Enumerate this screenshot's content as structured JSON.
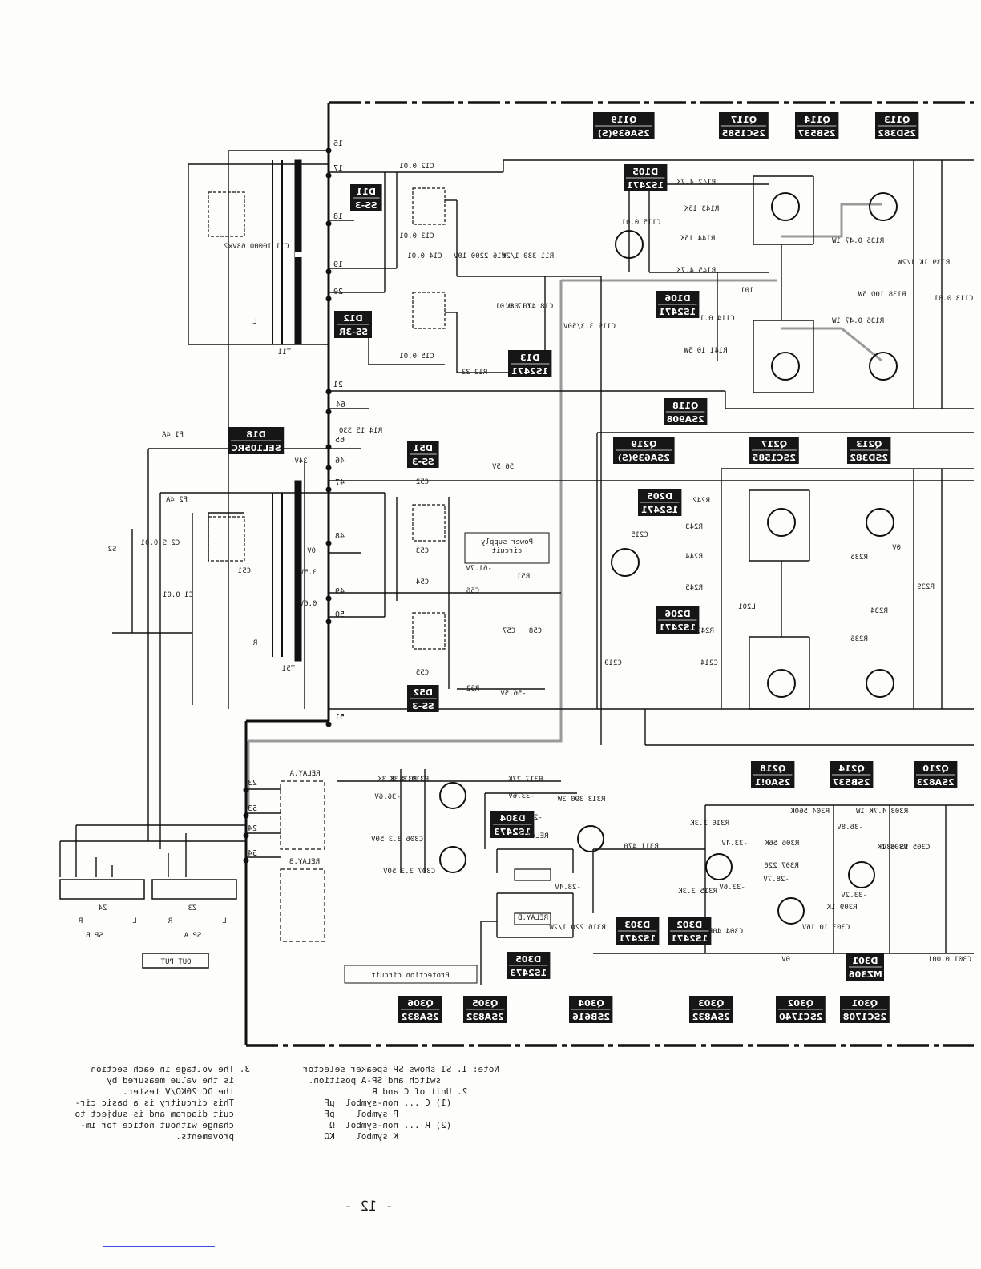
{
  "transistor_labels": [
    {
      "id": "q119",
      "ref": "Q119",
      "part": "2SA639(S)"
    },
    {
      "id": "q117",
      "ref": "Q117",
      "part": "2SC1585"
    },
    {
      "id": "q114",
      "ref": "Q114",
      "part": "2SB537"
    },
    {
      "id": "q113",
      "ref": "Q113",
      "part": "2SD382"
    },
    {
      "id": "q118",
      "ref": "Q118",
      "part": "2SA908"
    },
    {
      "id": "q219",
      "ref": "Q219",
      "part": "2SA639(S)"
    },
    {
      "id": "q217",
      "ref": "Q217",
      "part": "2SC1585"
    },
    {
      "id": "q213",
      "ref": "Q213",
      "part": "2SD382"
    },
    {
      "id": "q218",
      "ref": "Q218",
      "part": "2SA0!1"
    },
    {
      "id": "q214",
      "ref": "Q214",
      "part": "2SB537"
    },
    {
      "id": "q210",
      "ref": "Q210",
      "part": "2SA823"
    },
    {
      "id": "q306",
      "ref": "Q306",
      "part": "2SA832"
    },
    {
      "id": "q305",
      "ref": "Q305",
      "part": "2SA832"
    },
    {
      "id": "q304",
      "ref": "Q304",
      "part": "2SB616"
    },
    {
      "id": "q303",
      "ref": "Q303",
      "part": "2SA832"
    },
    {
      "id": "q302",
      "ref": "Q302",
      "part": "2SC1740"
    },
    {
      "id": "q301",
      "ref": "Q301",
      "part": "2SC1708"
    }
  ],
  "diode_labels": [
    {
      "id": "d11",
      "ref": "D11",
      "part": "SS-3"
    },
    {
      "id": "d12",
      "ref": "D12",
      "part": "SS-3R"
    },
    {
      "id": "d13",
      "ref": "D13",
      "part": "1S2471"
    },
    {
      "id": "d105",
      "ref": "D105",
      "part": "1S2471"
    },
    {
      "id": "d106",
      "ref": "D106",
      "part": "1S2471"
    },
    {
      "id": "d18",
      "ref": "D18",
      "part": "SEL105RC"
    },
    {
      "id": "d51",
      "ref": "D51",
      "part": "SS-3"
    },
    {
      "id": "d52",
      "ref": "D52",
      "part": "SS-3"
    },
    {
      "id": "d205",
      "ref": "D205",
      "part": "1S2471"
    },
    {
      "id": "d206",
      "ref": "D206",
      "part": "1S2471"
    },
    {
      "id": "d304",
      "ref": "D304",
      "part": "1S2473"
    },
    {
      "id": "d303",
      "ref": "D303",
      "part": "1S2471"
    },
    {
      "id": "d302",
      "ref": "D302",
      "part": "1S2471"
    },
    {
      "id": "d305",
      "ref": "D305",
      "part": "1S2473"
    },
    {
      "id": "d301",
      "ref": "D301",
      "part": "MZ306"
    }
  ],
  "component_labels": [
    {
      "id": "c12",
      "text": "C12 0.01"
    },
    {
      "id": "c13",
      "text": "C13 0.01"
    },
    {
      "id": "c14",
      "text": "C14 0.01"
    },
    {
      "id": "c15",
      "text": "C15 0.01"
    },
    {
      "id": "c16",
      "text": "C16 2200 10V"
    },
    {
      "id": "c11",
      "text": "C11 10000 63V×2"
    },
    {
      "id": "r11",
      "text": "R11 330 1/2W"
    },
    {
      "id": "r12",
      "text": "R12 33"
    },
    {
      "id": "c17",
      "text": "C17 0.01"
    },
    {
      "id": "c18",
      "text": "C18 470 08V"
    },
    {
      "id": "c119",
      "text": "C119 3.3/50V"
    },
    {
      "id": "r142",
      "text": "R142 4.7K"
    },
    {
      "id": "r143",
      "text": "R143 15K"
    },
    {
      "id": "r144",
      "text": "R144 15K"
    },
    {
      "id": "r145",
      "text": "R145 4.7K"
    },
    {
      "id": "r135",
      "text": "R135 0.47 1W"
    },
    {
      "id": "r136",
      "text": "R136 0.47 1W"
    },
    {
      "id": "r139",
      "text": "R139 1K 1/2W"
    },
    {
      "id": "r138",
      "text": "R138 10Ω 5W"
    },
    {
      "id": "r141",
      "text": "R141 10 5W"
    },
    {
      "id": "c114",
      "text": "C114 0.1"
    },
    {
      "id": "c113",
      "text": "C113 0.01"
    },
    {
      "id": "c115",
      "text": "C115 0.01"
    },
    {
      "id": "l101",
      "text": "L101"
    },
    {
      "id": "t11",
      "text": "T11"
    },
    {
      "id": "t51",
      "text": "T51"
    },
    {
      "id": "f1",
      "text": "F1 4A"
    },
    {
      "id": "f2",
      "text": "F2 4A"
    },
    {
      "id": "s2",
      "text": "S2"
    },
    {
      "id": "c1",
      "text": "C1 0.01"
    },
    {
      "id": "c2",
      "text": "C2 S 0.01"
    },
    {
      "id": "c51",
      "text": "C51"
    },
    {
      "id": "c52",
      "text": "C52"
    },
    {
      "id": "c53",
      "text": "C53"
    },
    {
      "id": "c54",
      "text": "C54"
    },
    {
      "id": "c55",
      "text": "C55"
    },
    {
      "id": "c56",
      "text": "C56"
    },
    {
      "id": "c57",
      "text": "C57"
    },
    {
      "id": "c58",
      "text": "C58"
    },
    {
      "id": "r51",
      "text": "R51"
    },
    {
      "id": "r52",
      "text": "R52"
    },
    {
      "id": "r14",
      "text": "R14 15 330"
    },
    {
      "id": "r242",
      "text": "R242"
    },
    {
      "id": "r243",
      "text": "R243"
    },
    {
      "id": "r244",
      "text": "R244"
    },
    {
      "id": "r245",
      "text": "R245"
    },
    {
      "id": "r235",
      "text": "R235"
    },
    {
      "id": "r236",
      "text": "R236"
    },
    {
      "id": "r234",
      "text": "R234"
    },
    {
      "id": "r239",
      "text": "R239"
    },
    {
      "id": "l201",
      "text": "L201"
    },
    {
      "id": "c215",
      "text": "C215"
    },
    {
      "id": "c219",
      "text": "C219"
    },
    {
      "id": "c214",
      "text": "C214"
    },
    {
      "id": "r241",
      "text": "R241"
    },
    {
      "id": "r317",
      "text": "R317 27K"
    },
    {
      "id": "r313",
      "text": "R313 390 3W"
    },
    {
      "id": "r311",
      "text": "R311 470"
    },
    {
      "id": "r304",
      "text": "R304 560K"
    },
    {
      "id": "r303",
      "text": "R303 4.7K 1W"
    },
    {
      "id": "r306",
      "text": "R306 56K"
    },
    {
      "id": "r307",
      "text": "R307 220"
    },
    {
      "id": "r308",
      "text": "R308 1K"
    },
    {
      "id": "r309",
      "text": "R309 1K"
    },
    {
      "id": "r310",
      "text": "R310 3.3K"
    },
    {
      "id": "r315",
      "text": "R315 3.3K"
    },
    {
      "id": "r316",
      "text": "R316 220 1/2W"
    },
    {
      "id": "r318",
      "text": "R318 3.3K"
    },
    {
      "id": "r319",
      "text": "R319 3.3K"
    },
    {
      "id": "c304",
      "text": "C304 40P"
    },
    {
      "id": "c303",
      "text": "C303 10 16V"
    },
    {
      "id": "c305",
      "text": "C305 SS 63V"
    },
    {
      "id": "c301",
      "text": "C301 0.001"
    },
    {
      "id": "c306",
      "text": "C306 3.3 50V"
    },
    {
      "id": "c307",
      "text": "C307 3.3 50V"
    },
    {
      "id": "relay_a",
      "text": "RELAY.A"
    },
    {
      "id": "relay_b",
      "text": "RELAY.B"
    },
    {
      "id": "relay_a2",
      "text": "RELAY A"
    },
    {
      "id": "relay_b2",
      "text": "RELAY.B"
    }
  ],
  "voltage_labels": [
    {
      "id": "v1",
      "text": "56.5V"
    },
    {
      "id": "v2",
      "text": "-61.7V"
    },
    {
      "id": "v3",
      "text": "-56.5V"
    },
    {
      "id": "v4",
      "text": "34V"
    },
    {
      "id": "v5",
      "text": "0V"
    },
    {
      "id": "v6",
      "text": "3.5V"
    },
    {
      "id": "v7",
      "text": "0.6V"
    },
    {
      "id": "v8",
      "text": "0V"
    },
    {
      "id": "v9",
      "text": "-36.6V"
    },
    {
      "id": "v10",
      "text": "-33.6V"
    },
    {
      "id": "v11",
      "text": "-27.7V"
    },
    {
      "id": "v12",
      "text": "-28.4V"
    },
    {
      "id": "v13",
      "text": "-33.4V"
    },
    {
      "id": "v14",
      "text": "-28.7V"
    },
    {
      "id": "v15",
      "text": "-33.6V"
    },
    {
      "id": "v16",
      "text": "-33.2V"
    },
    {
      "id": "v17",
      "text": "-36.8V"
    },
    {
      "id": "v18",
      "text": "0V"
    }
  ],
  "pin_numbers": [
    "16",
    "17",
    "18",
    "19",
    "20",
    "21",
    "64",
    "65",
    "46",
    "47",
    "48",
    "49",
    "50",
    "51",
    "23",
    "53",
    "24",
    "54"
  ],
  "block_labels": {
    "power_supply": "Power supply\ncircuit",
    "protection": "Protection circuit",
    "output": "OUT PUT",
    "sp_a": "SP A",
    "sp_b": "SP B",
    "z3": "Z3",
    "z4": "Z4",
    "L": "L",
    "R": "R"
  },
  "notes_left": "Note: 1. S1 shows SP speaker selector\n           switch and SP-A position.\n      2. Unit of C and R\n         (1) C ... non-symbol  μF\n                   P symbol    pF\n         (2) R ... non-symbol  Ω\n                   K symbol    KΩ",
  "notes_right": "3. The voltage in each section\n   is the value measured by\n   the DC 20KΩ/V tester.\n   This circuitry is a basic cir-\n   cuit diagram and is subject to\n   change without notice for im-\n   provements.",
  "page_number": "- 12 -"
}
